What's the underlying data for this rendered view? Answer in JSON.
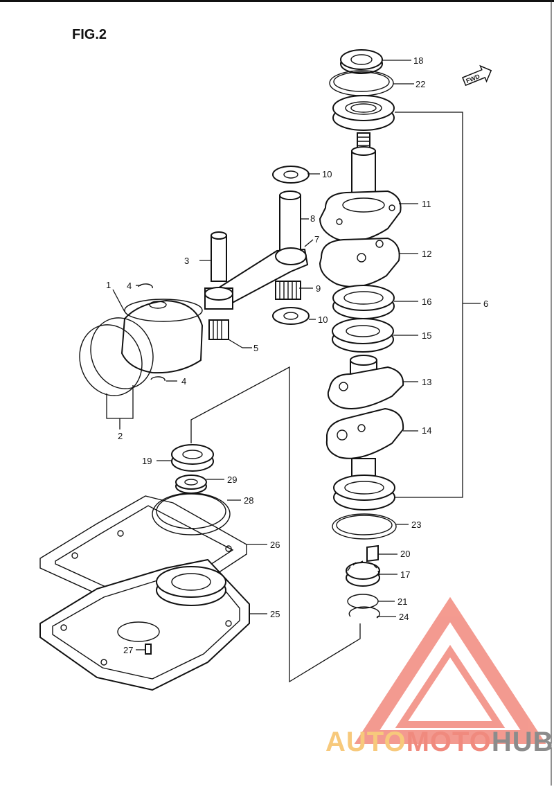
{
  "figure": {
    "title": "FIG.2",
    "fwd_label": "FWD"
  },
  "callouts": [
    {
      "id": "c1",
      "num": "1"
    },
    {
      "id": "c2",
      "num": "2"
    },
    {
      "id": "c3",
      "num": "3"
    },
    {
      "id": "c4a",
      "num": "4"
    },
    {
      "id": "c4b",
      "num": "4"
    },
    {
      "id": "c5",
      "num": "5"
    },
    {
      "id": "c6",
      "num": "6"
    },
    {
      "id": "c7",
      "num": "7"
    },
    {
      "id": "c8",
      "num": "8"
    },
    {
      "id": "c9",
      "num": "9"
    },
    {
      "id": "c10a",
      "num": "10"
    },
    {
      "id": "c10b",
      "num": "10"
    },
    {
      "id": "c11",
      "num": "11"
    },
    {
      "id": "c12",
      "num": "12"
    },
    {
      "id": "c13",
      "num": "13"
    },
    {
      "id": "c14",
      "num": "14"
    },
    {
      "id": "c15",
      "num": "15"
    },
    {
      "id": "c16",
      "num": "16"
    },
    {
      "id": "c17",
      "num": "17"
    },
    {
      "id": "c18",
      "num": "18"
    },
    {
      "id": "c19",
      "num": "19"
    },
    {
      "id": "c20",
      "num": "20"
    },
    {
      "id": "c21",
      "num": "21"
    },
    {
      "id": "c22",
      "num": "22"
    },
    {
      "id": "c23",
      "num": "23"
    },
    {
      "id": "c24",
      "num": "24"
    },
    {
      "id": "c25",
      "num": "25"
    },
    {
      "id": "c26",
      "num": "26"
    },
    {
      "id": "c27",
      "num": "27"
    },
    {
      "id": "c28",
      "num": "28"
    },
    {
      "id": "c29",
      "num": "29"
    }
  ],
  "watermark": {
    "text_part1": "AUTO",
    "text_part2": "MOTO",
    "text_part3": "HUB",
    "color_part1": "#f7c97c",
    "color_part2": "#f08a7e",
    "color_part3": "#8c8c8c",
    "logo_color": "#f2897d"
  }
}
